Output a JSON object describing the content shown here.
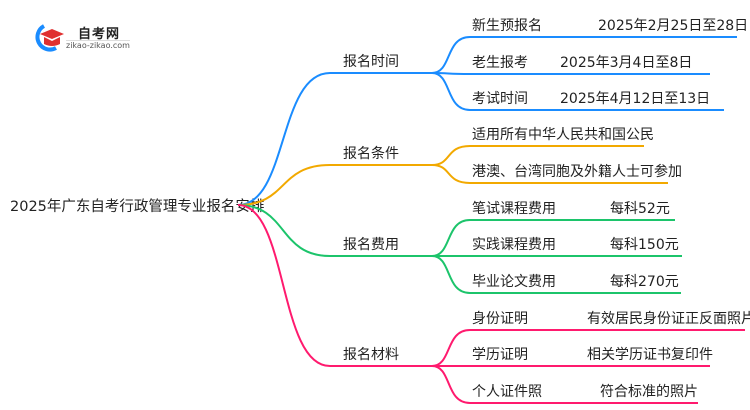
{
  "logo": {
    "title": "自考网",
    "url": "zikao-zikao.com"
  },
  "root": "2025年广东自考行政管理专业报名安排",
  "branches": [
    {
      "label": "报名时间",
      "color": "#1a8cff",
      "leaves": [
        {
          "name": "新生预报名",
          "value": "2025年2月25日至28日"
        },
        {
          "name": "老生报考",
          "value": "2025年3月4日至8日"
        },
        {
          "name": "考试时间",
          "value": "2025年4月12日至13日"
        }
      ]
    },
    {
      "label": "报名条件",
      "color": "#f2a900",
      "leaves": [
        {
          "name": "适用所有中华人民共和国公民",
          "value": ""
        },
        {
          "name": "港澳、台湾同胞及外籍人士可参加",
          "value": ""
        }
      ]
    },
    {
      "label": "报名费用",
      "color": "#1cc46b",
      "leaves": [
        {
          "name": "笔试课程费用",
          "value": "每科52元"
        },
        {
          "name": "实践课程费用",
          "value": "每科150元"
        },
        {
          "name": "毕业论文费用",
          "value": "每科270元"
        }
      ]
    },
    {
      "label": "报名材料",
      "color": "#ff1a6e",
      "leaves": [
        {
          "name": "身份证明",
          "value": "有效居民身份证正反面照片"
        },
        {
          "name": "学历证明",
          "value": "相关学历证书复印件"
        },
        {
          "name": "个人证件照",
          "value": "符合标准的照片"
        }
      ]
    }
  ]
}
